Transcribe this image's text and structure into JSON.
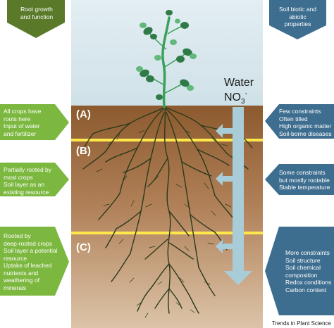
{
  "headers": {
    "left": "Root growth\nand function",
    "right": "Soil biotic and\nabiotic\nproperties"
  },
  "flow": {
    "water": "Water",
    "nitrate_base": "NO",
    "nitrate_sub": "3",
    "nitrate_sup": "-"
  },
  "zones": [
    {
      "id": "A",
      "label": "(A)",
      "left_lines": [
        "All crops have",
        "roots here",
        "Input of water",
        "and fertilizer"
      ],
      "right_lines": [
        "Few constraints",
        "Often tilled",
        "High organic matter",
        "Soil-borne diseases"
      ]
    },
    {
      "id": "B",
      "label": "(B)",
      "left_lines": [
        "Partially rooted by",
        "most crops",
        "Soil layer as an",
        "existing resource"
      ],
      "right_lines": [
        "Some constraints",
        "but mostly rootable",
        "Stable temperature"
      ]
    },
    {
      "id": "C",
      "label": "(C)",
      "left_lines": [
        "Rooted by",
        "deep-rooted crops",
        "Soil layer a potential",
        "resource",
        "Uptake of leached",
        "nutrients and",
        "weathering of",
        "minerals"
      ],
      "right_lines": [
        "More constraints",
        "Soil structure",
        "Soil chemical",
        "composition",
        "Redox conditions",
        "Carbon content"
      ]
    }
  ],
  "colors": {
    "left_header": "#5a7a2a",
    "left_box": "#7cb83f",
    "right_header": "#3d6d8f",
    "right_box": "#3d6d8f",
    "sky": "#d6e6ec",
    "soil_top": "#8c5a2e",
    "soil_bottom": "#d9c0a2",
    "boundary": "#ffe84a",
    "root": "#2b3a1b",
    "leaf": "#2f8a4a",
    "stem": "#3aa05a",
    "arrow": "#a8ccd8"
  },
  "credit": "Trends in Plant Science"
}
